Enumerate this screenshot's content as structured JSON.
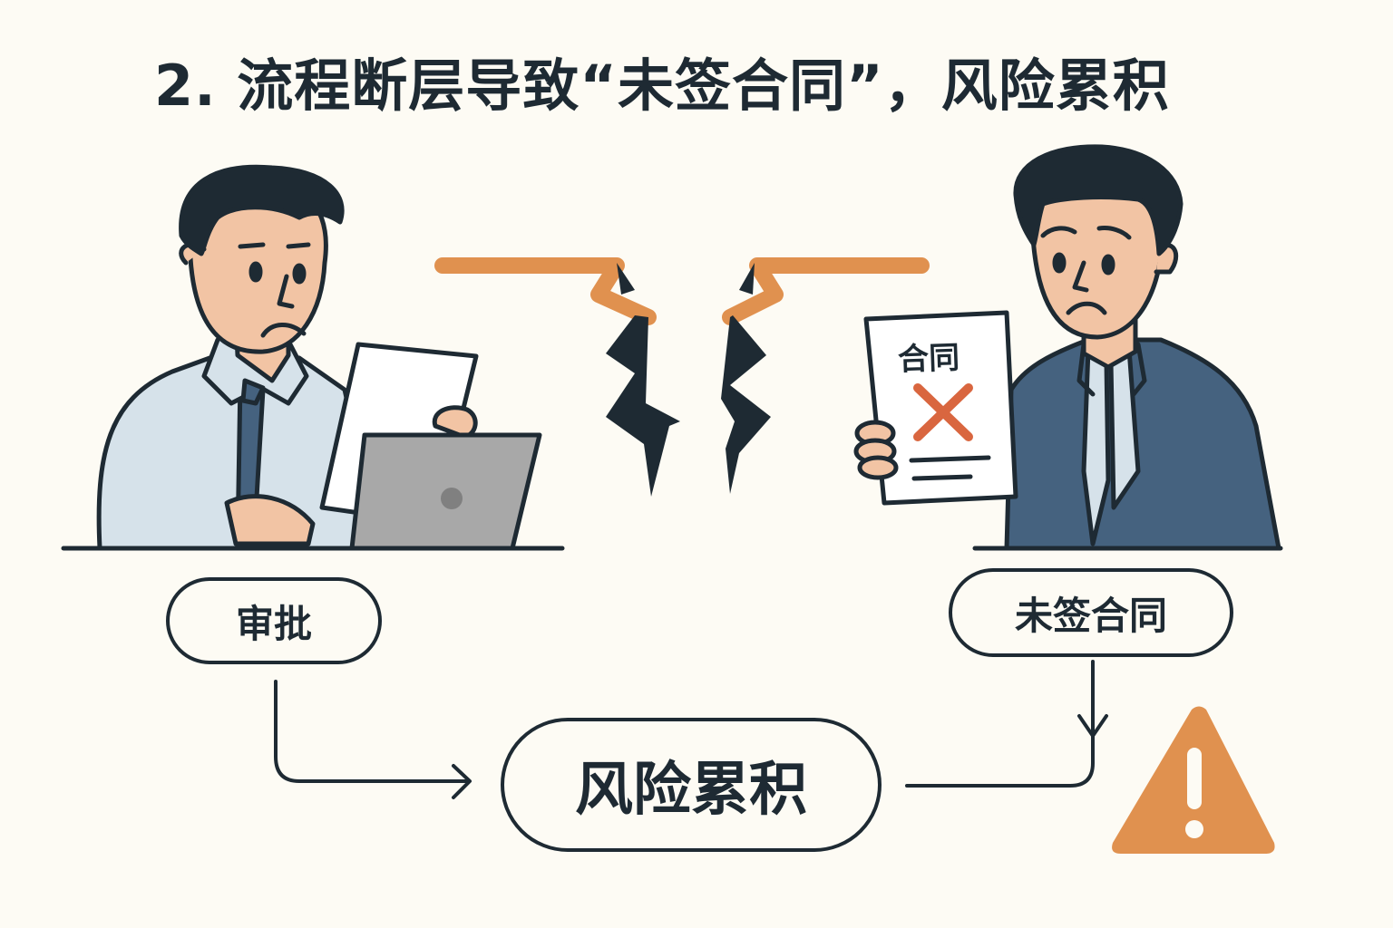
{
  "title": "2. 流程断层导致“未签合同”，风险累积",
  "nodes": {
    "approval": "审批",
    "unsigned_contract": "未签合同",
    "risk_accumulation": "风险累积"
  },
  "document": {
    "label": "合同",
    "status": "rejected"
  },
  "figures": {
    "left": "worried employee at laptop holding paper",
    "right": "worried man in suit holding contract"
  },
  "icons": {
    "broken_link": "broken-connection-icon",
    "warning": "warning-triangle-icon"
  },
  "colors": {
    "background": "#fdfbf4",
    "ink": "#1e2a33",
    "accent_orange": "#e0914f",
    "x_mark": "#d9663f",
    "skin": "#f2c4a4",
    "shirt": "#d6e2ea",
    "suit": "#45627f",
    "laptop": "#a8a8a8"
  }
}
